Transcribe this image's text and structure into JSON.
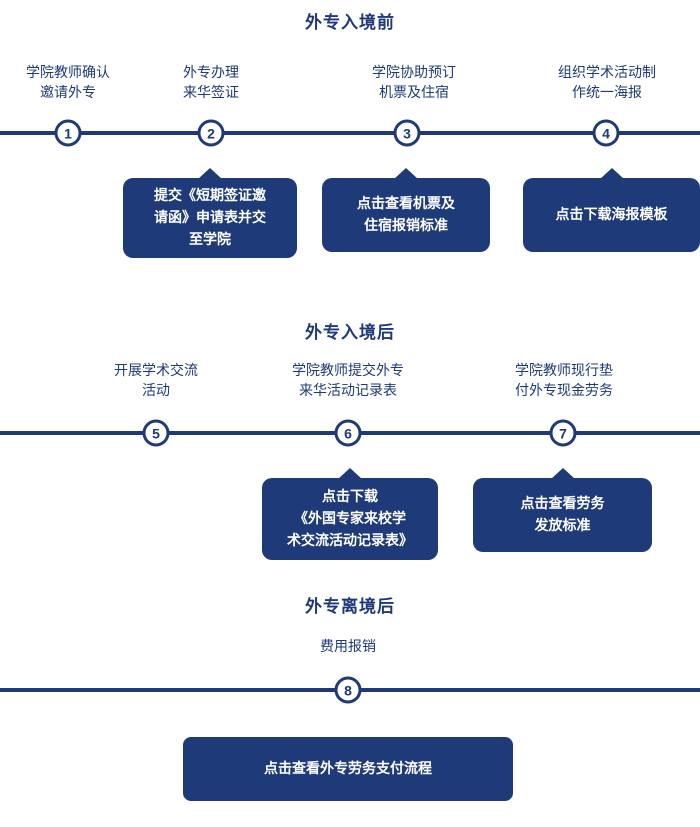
{
  "colors": {
    "primary": "#1e3a78",
    "background": "#ffffff",
    "button_text": "#ffffff"
  },
  "sections": [
    {
      "title": "外专入境前",
      "steps": [
        {
          "number": "1",
          "label": "学院教师确认\n邀请外专"
        },
        {
          "number": "2",
          "label": "外专办理\n来华签证",
          "button": "提交《短期签证邀\n请函》申请表并交\n至学院"
        },
        {
          "number": "3",
          "label": "学院协助预订\n机票及住宿",
          "button": "点击查看机票及\n住宿报销标准"
        },
        {
          "number": "4",
          "label": "组织学术活动制\n作统一海报",
          "button": "点击下载海报模板"
        }
      ]
    },
    {
      "title": "外专入境后",
      "steps": [
        {
          "number": "5",
          "label": "开展学术交流\n活动"
        },
        {
          "number": "6",
          "label": "学院教师提交外专\n来华活动记录表",
          "button": "点击下载\n《外国专家来校学\n术交流活动记录表》"
        },
        {
          "number": "7",
          "label": "学院教师现行垫\n付外专现金劳务",
          "button": "点击查看劳务\n发放标准"
        }
      ]
    },
    {
      "title": "外专离境后",
      "steps": [
        {
          "number": "8",
          "label": "费用报销",
          "button": "点击查看外专劳务支付流程"
        }
      ]
    }
  ]
}
